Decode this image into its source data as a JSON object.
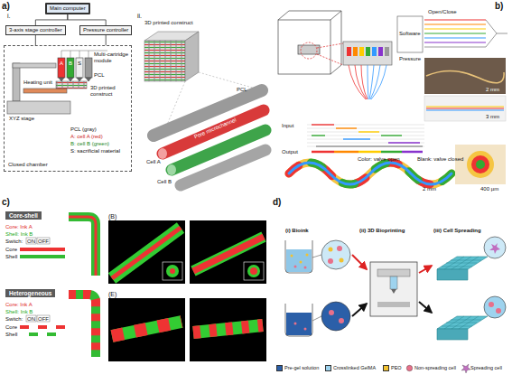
{
  "diagram": {
    "nodes": [
      {
        "text": [
          "Main computer"
        ]
      },
      {
        "text": [
          "3-axis stage controller"
        ]
      },
      {
        "text": [
          "Pressure controller"
        ]
      },
      {
        "text": [
          "Closed chamber"
        ]
      },
      {
        "text": [
          "Core-shell"
        ]
      },
      {
        "text": [
          "Heterogeneous"
        ]
      }
    ],
    "edges": [
      {
        "from": 0,
        "to": 1,
        "arrow": "none"
      },
      {
        "from": 0,
        "to": 2,
        "arrow": "none"
      },
      {
        "from": 1,
        "to": 3,
        "arrow": "none"
      },
      {
        "from": 2,
        "to": 3,
        "arrow": "none"
      }
    ],
    "labels": [
      "a)",
      "i.",
      "ii.",
      "Heating unit",
      "XYZ stage",
      "Multi-cartridge module",
      "A",
      "B",
      "S",
      "PCL",
      "3D printed construct",
      "PCL (gray)",
      "A: cell A (red)",
      "B: cell B (green)",
      "S: sacrificial material",
      "3D printed construct",
      "PCL",
      "Pore microchannel",
      "Cell A",
      "Cell B",
      "b)",
      "Open/Close",
      "Software",
      "Pressure",
      "2 mm",
      "3 mm",
      "Input",
      "Output",
      "Color: valve open",
      "Blank: valve closed",
      "2 mm",
      "400 µm",
      "c)",
      "Core: Ink A",
      "Shell: Ink B",
      "Switch:",
      "ON",
      "OFF",
      "Core",
      "Shell",
      "(B)",
      "Core: Ink A",
      "Shell: Ink B",
      "Switch:",
      "ON",
      "OFF",
      "Core",
      "Shell",
      "(E)",
      "d)",
      "(i) Bioink",
      "(ii) 3D Bioprinting",
      "(iii) Cell Spreading"
    ],
    "legend": [
      {
        "text": "Pre-gel solution",
        "color": "#2b5fa8"
      },
      {
        "text": "Crosslinked GelMA",
        "color": "#9ed3ee"
      },
      {
        "text": "PEO",
        "color": "#f2c231"
      },
      {
        "text": "Non-spreading cell"
      },
      {
        "text": "Spreading cell"
      }
    ]
  }
}
